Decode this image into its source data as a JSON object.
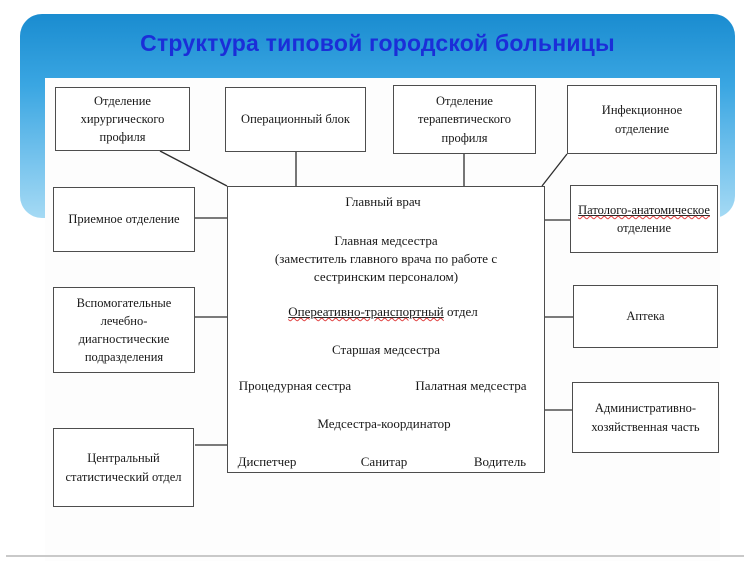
{
  "slide": {
    "title": "Структура типовой городской больницы"
  },
  "colors": {
    "band_gradient_top": "#1a8cd0",
    "band_gradient_bottom": "#a5daf4",
    "title_text": "#1b2ed8",
    "box_border": "#4d4d4d",
    "diagram_text": "#181818",
    "misspell_underline": "#e04040"
  },
  "departments": {
    "surgical": "Отделение хирургического профиля",
    "operating_block": "Операционный блок",
    "therapeutic": "Отделение терапевтического профиля",
    "infectious": "Инфекционное отделение",
    "admission": "Приемное отделение",
    "auxiliary": "Вспомогательные лечебно-диагностические подразделения",
    "central_statistics": "Центральный статистический отдел",
    "pathology_underlined": "Патолого-анатомическое",
    "pathology_rest": "отделение",
    "pharmacy": "Аптека",
    "administrative": "Административно-хозяйственная часть"
  },
  "hierarchy": {
    "chief_doctor": "Главный врач",
    "head_nurse": "Главная медсестра",
    "head_nurse_note_line1": "(заместитель  главного врача по работе с",
    "head_nurse_note_line2": "сестринским персоналом)",
    "transport_dept_underlined": "Опереативно-транспортный",
    "transport_dept_rest": " отдел",
    "senior_nurse": "Старшая медсестра",
    "procedure_nurse": "Процедурная сестра",
    "ward_nurse": "Палатная медсестра",
    "nurse_coordinator": "Медсестра-координатор",
    "dispatcher": "Диспетчер",
    "orderly": "Санитар",
    "driver": "Водитель"
  }
}
